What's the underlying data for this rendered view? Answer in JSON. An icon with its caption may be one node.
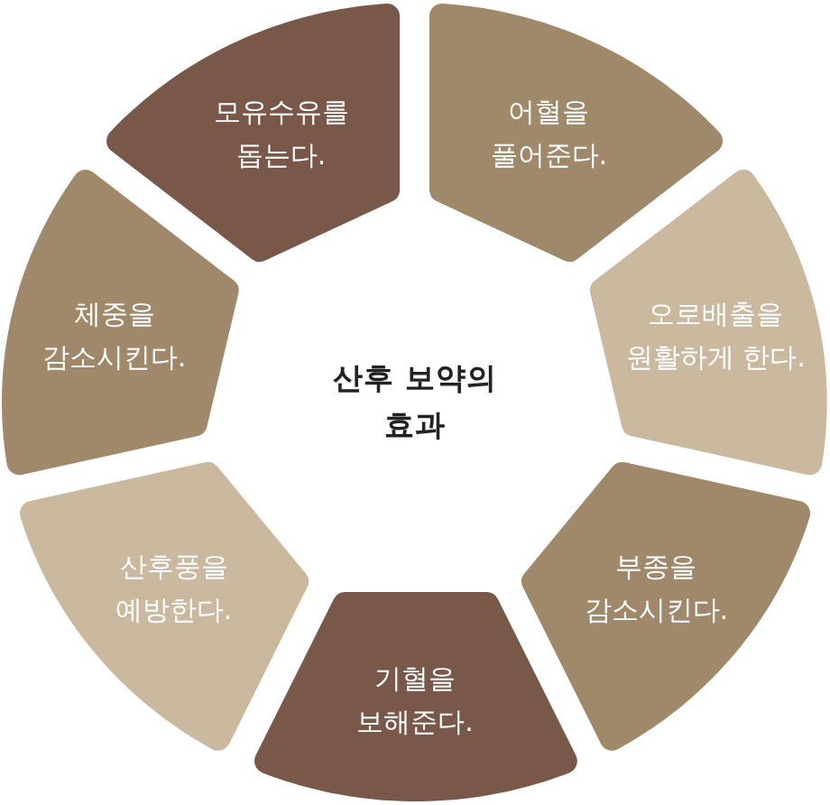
{
  "diagram": {
    "title": "산후 보약의 효과",
    "nodes": [
      {
        "text": [
          "모유수유를 돕는다."
        ]
      },
      {
        "text": [
          "어혈을 풀어준다."
        ]
      },
      {
        "text": [
          "오로배출을 원활하게 한다."
        ]
      },
      {
        "text": [
          "부종을 감소시킨다."
        ]
      },
      {
        "text": [
          "기혈을 보해준다."
        ]
      },
      {
        "text": [
          "산후풍을 예방한다."
        ]
      },
      {
        "text": [
          "체중을 감소시킨다."
        ]
      }
    ]
  }
}
